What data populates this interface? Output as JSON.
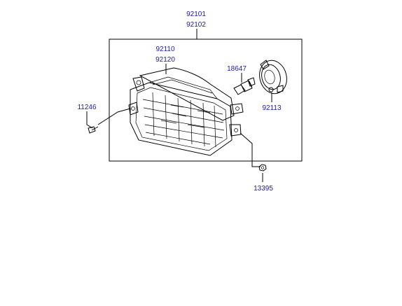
{
  "diagram": {
    "assembly_numbers": [
      "92101",
      "92102"
    ],
    "lens_numbers": [
      "92110",
      "92120"
    ],
    "bulb_number": "18647",
    "socket_number": "92113",
    "bolt_number": "11246",
    "nut_number": "13395"
  }
}
